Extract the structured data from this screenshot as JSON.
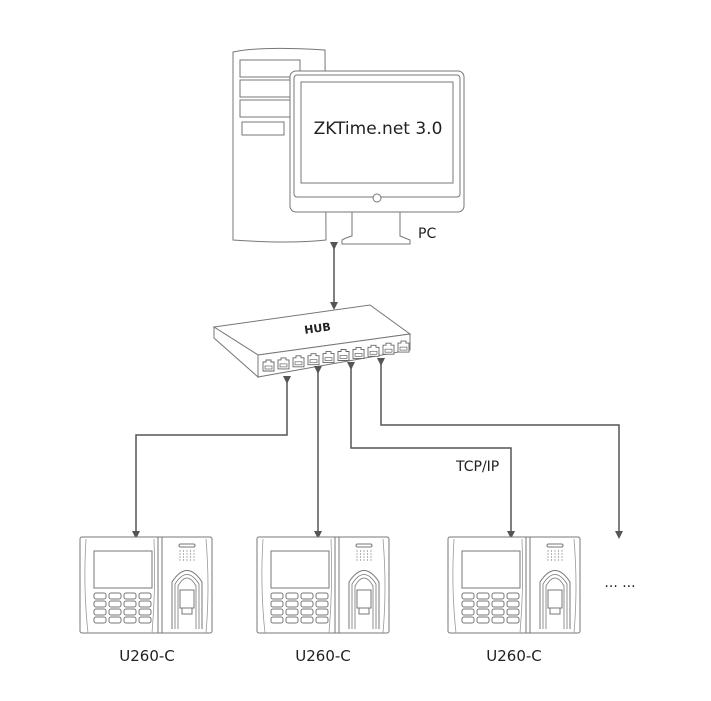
{
  "pc": {
    "screen_text": "ZKTime.net 3.0",
    "label": "PC"
  },
  "hub": {
    "label": "HUB",
    "port_count": 10
  },
  "connection_label": "TCP/IP",
  "devices": [
    {
      "label": "U260-C"
    },
    {
      "label": "U260-C"
    },
    {
      "label": "U260-C"
    }
  ],
  "more_devices": "... ...",
  "colors": {
    "line": "#555555",
    "outline": "#777777",
    "text": "#222222"
  }
}
